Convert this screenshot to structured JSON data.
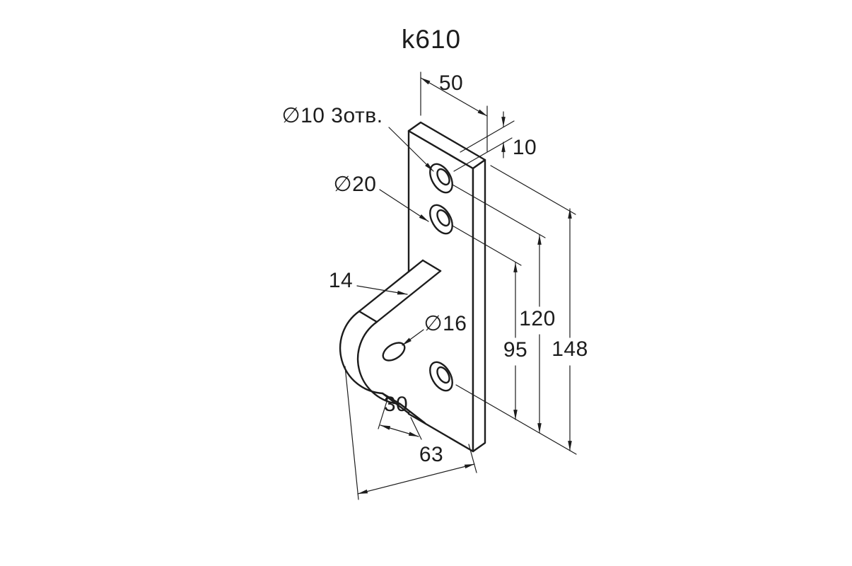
{
  "drawing": {
    "part_number": "k610",
    "dimensions": {
      "plate_width": "50",
      "top_hole_offset": "10",
      "holes_note": "∅10 3отв.",
      "counterbore_dia": "∅20",
      "lug_thickness": "14",
      "lug_hole_dia": "∅16",
      "mid_span": "95",
      "top_span": "120",
      "overall_height": "148",
      "lug_hole_offset": "30",
      "overall_depth": "63"
    },
    "style": {
      "line_color": "#1c1c1c",
      "background_color": "#ffffff"
    }
  }
}
